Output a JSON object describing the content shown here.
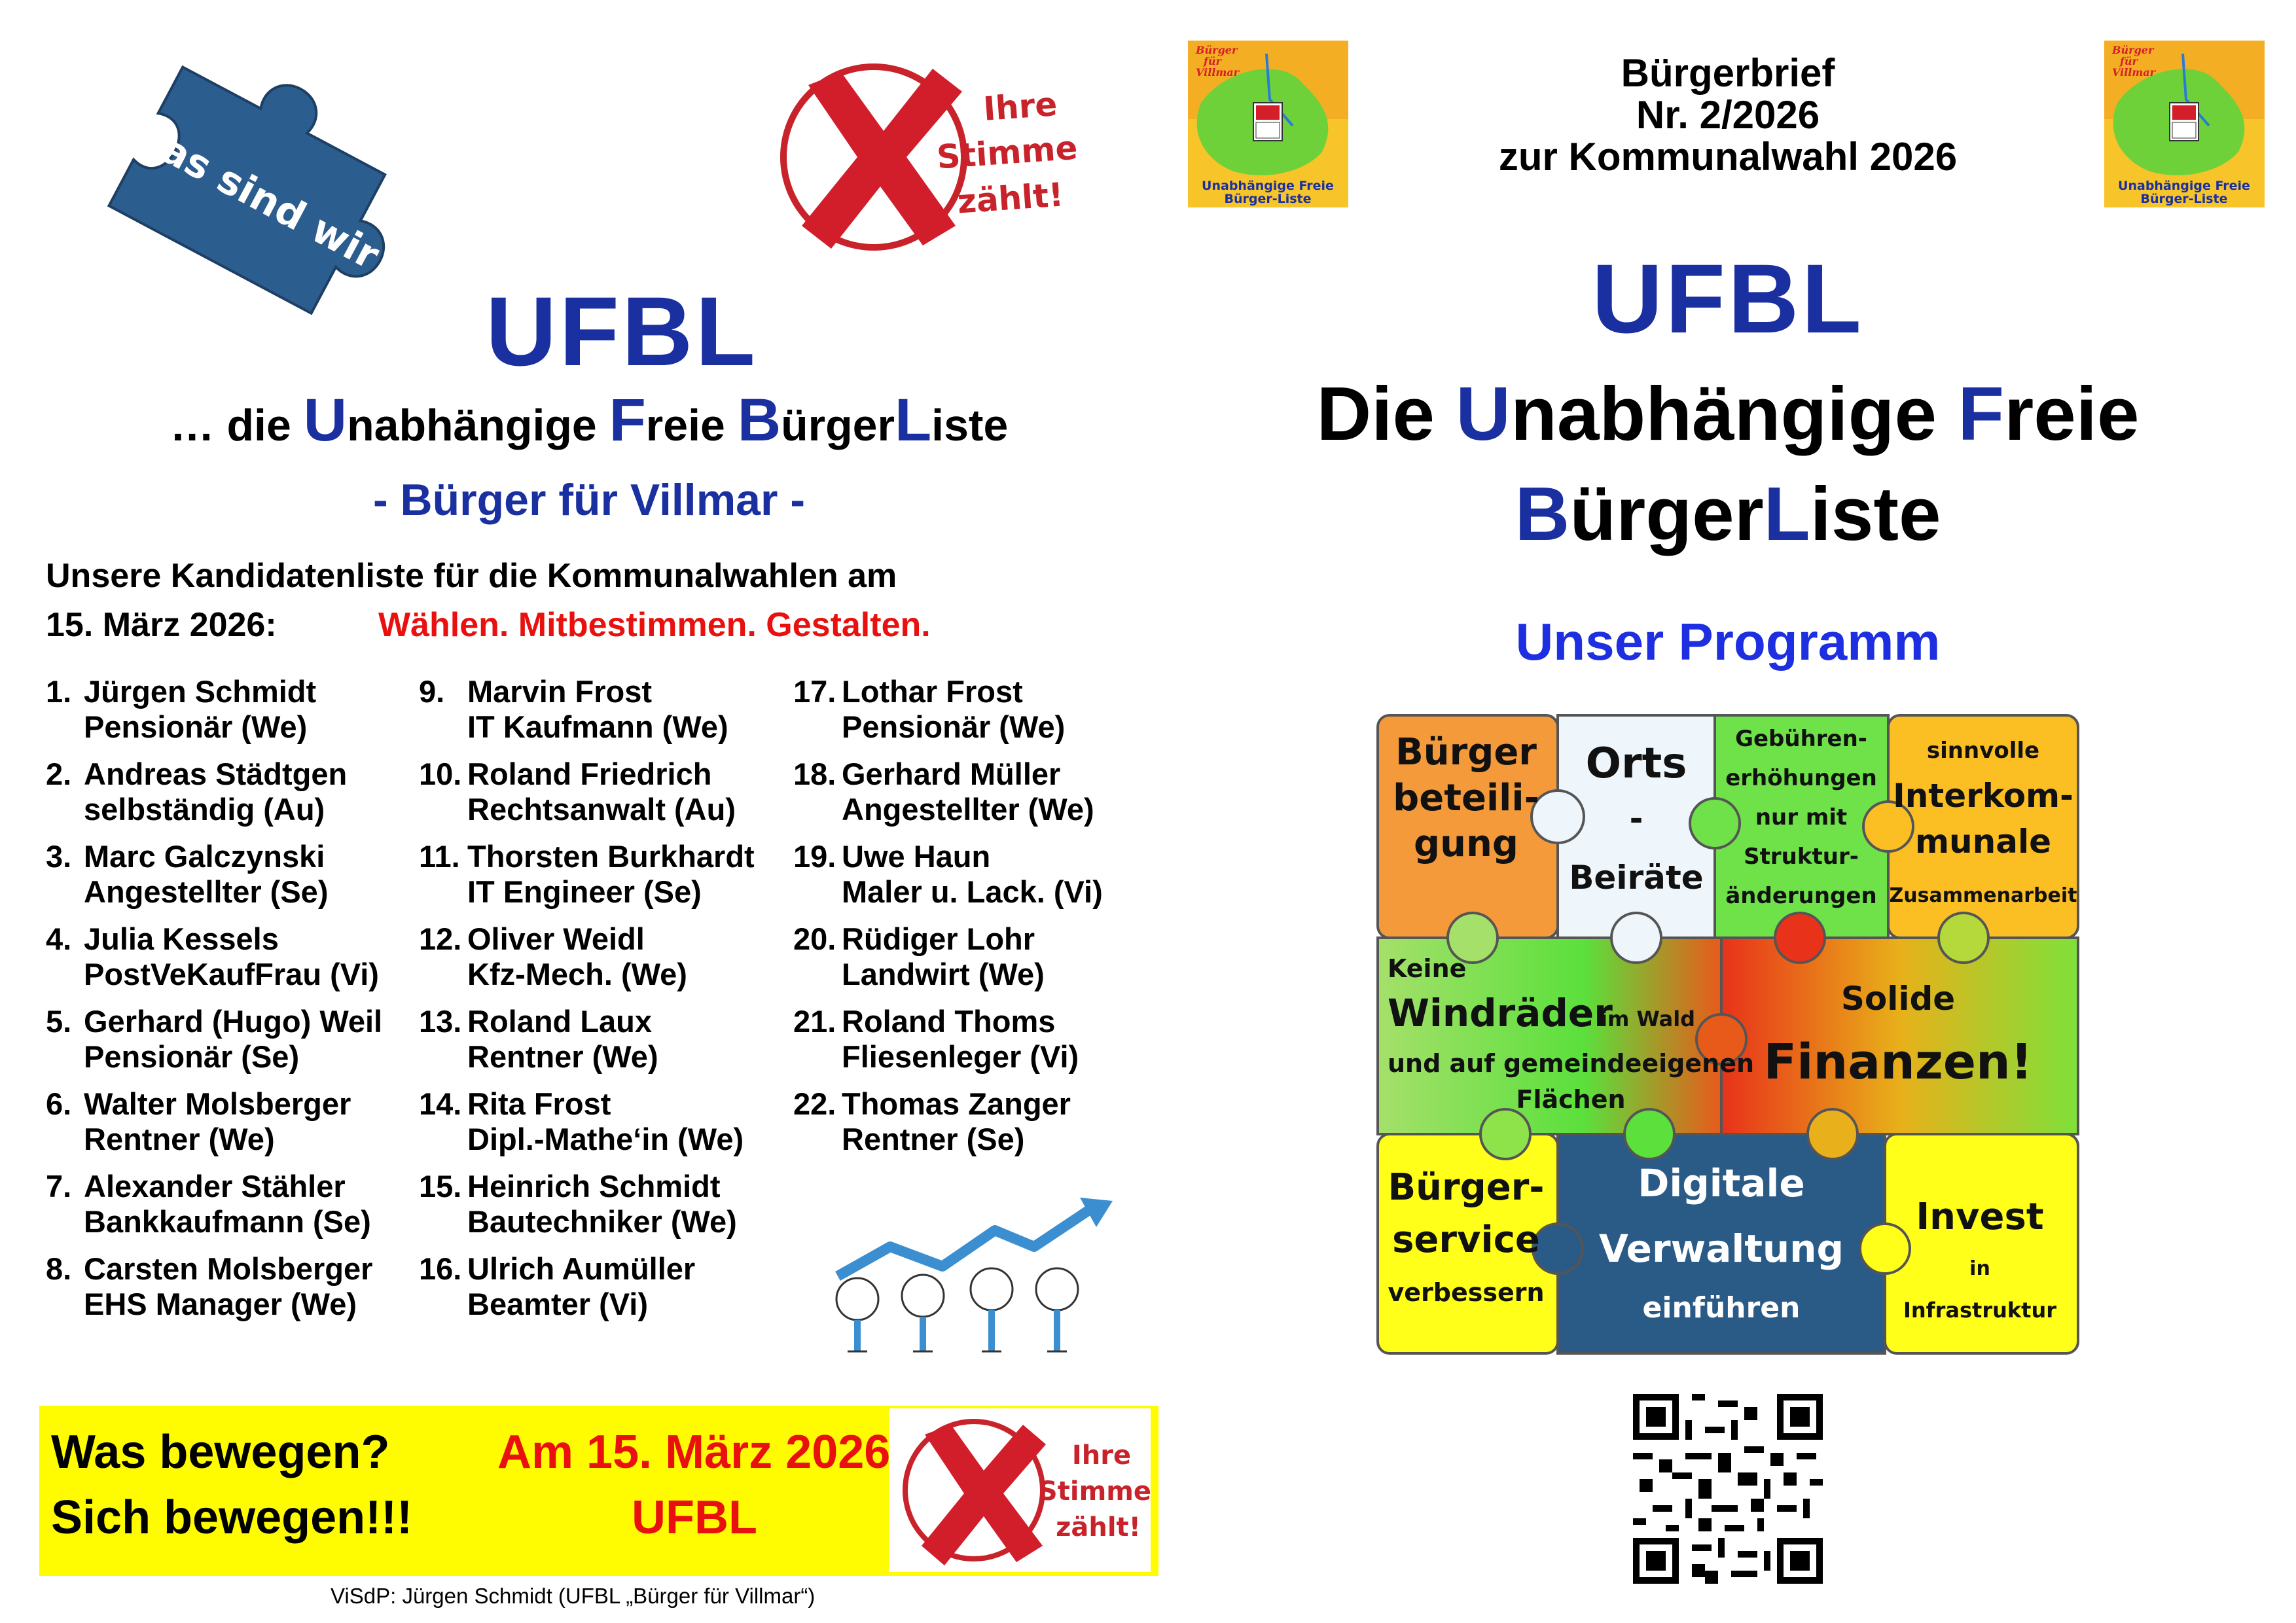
{
  "badge": {
    "text": "Das sind wir",
    "color": "#2c5d8f"
  },
  "stimme": {
    "line1": "Ihre",
    "line2": "Stimme",
    "line3": "zählt!"
  },
  "left": {
    "ufbl": "UFBL",
    "subtitle": {
      "prefix": "… die ",
      "u": "U",
      "w1": "nabhängige ",
      "f": "F",
      "w2": "reie ",
      "b": "B",
      "w3": "ürger",
      "l": "L",
      "w4": "iste"
    },
    "villmar": "- Bürger für Villmar -",
    "intro_line1": "Unsere Kandidatenliste für die Kommunalwahlen am",
    "intro_line2": "15. März 2026:",
    "slogan": "Wählen. Mitbestimmen. Gestalten."
  },
  "candidates": {
    "col1": [
      {
        "num": "1.",
        "name": "Jürgen Schmidt",
        "job": "Pensionär (We)"
      },
      {
        "num": "2.",
        "name": "Andreas Städtgen",
        "job": "selbständig (Au)"
      },
      {
        "num": "3.",
        "name": "Marc Galczynski",
        "job": "Angestellter (Se)"
      },
      {
        "num": "4.",
        "name": "Julia Kessels",
        "job": "PostVeKaufFrau (Vi)"
      },
      {
        "num": "5.",
        "name": "Gerhard (Hugo) Weil",
        "job": "Pensionär (Se)"
      },
      {
        "num": "6.",
        "name": "Walter Molsberger",
        "job": "Rentner (We)"
      },
      {
        "num": "7.",
        "name": "Alexander Stähler",
        "job": "Bankkaufmann (Se)"
      },
      {
        "num": "8.",
        "name": "Carsten Molsberger",
        "job": "EHS Manager (We)"
      }
    ],
    "col2": [
      {
        "num": "9.",
        "name": "Marvin Frost",
        "job": "IT Kaufmann (We)"
      },
      {
        "num": "10.",
        "name": "Roland Friedrich",
        "job": "Rechtsanwalt (Au)"
      },
      {
        "num": "11.",
        "name": "Thorsten Burkhardt",
        "job": "IT Engineer (Se)"
      },
      {
        "num": "12.",
        "name": "Oliver Weidl",
        "job": "Kfz-Mech. (We)"
      },
      {
        "num": "13.",
        "name": "Roland Laux",
        "job": "Rentner (We)"
      },
      {
        "num": "14.",
        "name": "Rita Frost",
        "job": "Dipl.-Mathe‘in (We)"
      },
      {
        "num": "15.",
        "name": "Heinrich Schmidt",
        "job": "Bautechniker (We)"
      },
      {
        "num": "16.",
        "name": "Ulrich Aumüller",
        "job": "Beamter (Vi)"
      }
    ],
    "col3": [
      {
        "num": "17.",
        "name": "Lothar Frost",
        "job": "Pensionär (We)"
      },
      {
        "num": "18.",
        "name": "Gerhard Müller",
        "job": "Angestellter (We)"
      },
      {
        "num": "19.",
        "name": "Uwe Haun",
        "job": "Maler u. Lack. (Vi)"
      },
      {
        "num": "20.",
        "name": "Rüdiger Lohr",
        "job": "Landwirt (We)"
      },
      {
        "num": "21.",
        "name": "Roland Thoms",
        "job": "Fliesenleger (Vi)"
      },
      {
        "num": "22.",
        "name": "Thomas Zanger",
        "job": "Rentner (Se)"
      }
    ]
  },
  "footer_box": {
    "l1": "Was bewegen?",
    "l2": "Sich bewegen!!!",
    "r1": "Am 15. März 2026",
    "r2": "UFBL"
  },
  "visdp": "ViSdP: Jürgen Schmidt (UFBL „Bürger für Villmar“)",
  "logo": {
    "top1": "Bürger",
    "top2": "für",
    "top3": "Villmar",
    "bottom1": "Unabhängige Freie",
    "bottom2": "Bürger-Liste"
  },
  "right": {
    "brief_l1": "Bürgerbrief",
    "brief_l2": "Nr. 2/2026",
    "brief_l3": "zur Kommunalwahl 2026",
    "ufbl": "UFBL",
    "title1": {
      "w1": "Die ",
      "u": "U",
      "w2": "nabhängige ",
      "f": "F",
      "w3": "reie"
    },
    "title2": {
      "b": "B",
      "w1": "ürger",
      "l": "L",
      "w2": "iste"
    },
    "programm": "Unser Programm"
  },
  "puzzle": {
    "p1": [
      "Bürger",
      "beteili-",
      "gung"
    ],
    "p2": [
      "Orts",
      "-",
      "Beiräte"
    ],
    "p3": [
      "Gebühren-",
      "erhöhungen",
      "nur mit",
      "Struktur-",
      "änderungen"
    ],
    "p4": [
      "sinnvolle",
      "Interkom-",
      "munale",
      "Zusammenarbeit"
    ],
    "p5": {
      "a": "Keine",
      "b": "Windräder",
      "c": "im Wald",
      "d": "und auf gemeindeeigenen",
      "e": "Flächen"
    },
    "p6": [
      "Solide",
      "Finanzen!"
    ],
    "p7": [
      "Bürger-",
      "service",
      "verbessern"
    ],
    "p8": [
      "Digitale",
      "Verwaltung",
      "einführen"
    ],
    "p9": [
      "Invest",
      "in",
      "Infrastruktur"
    ],
    "colors": {
      "orange": "#f59a3a",
      "white": "#eef6fb",
      "green": "#6fe24a",
      "gold": "#fbbf24",
      "red": "#e8412a",
      "yellow": "#ffff1a",
      "navy": "#2a5a86"
    }
  }
}
